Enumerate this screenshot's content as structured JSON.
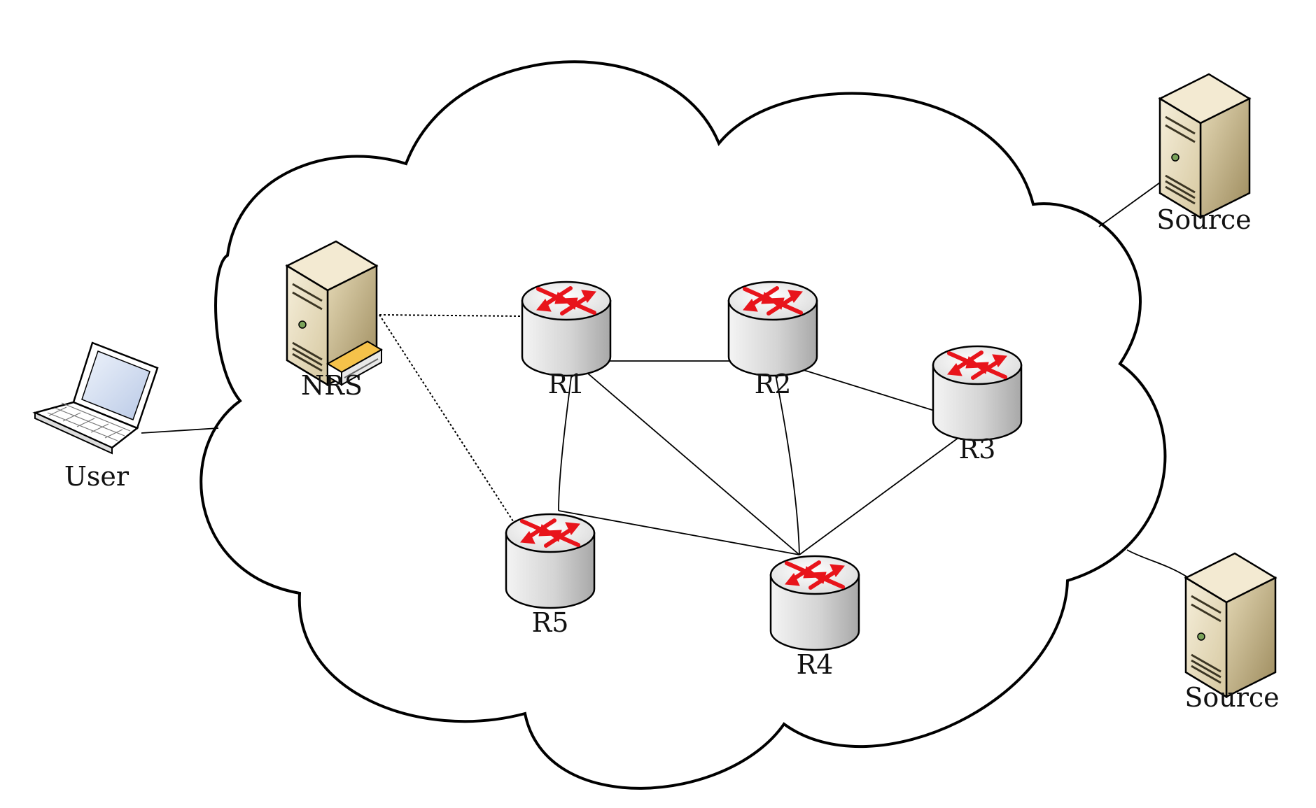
{
  "nodes": {
    "nrs": {
      "label": "NRS"
    },
    "user": {
      "label": "User"
    },
    "source_top": {
      "label": "Source"
    },
    "source_bottom": {
      "label": "Source"
    },
    "r1": {
      "label": "R1"
    },
    "r2": {
      "label": "R2"
    },
    "r3": {
      "label": "R3"
    },
    "r4": {
      "label": "R4"
    },
    "r5": {
      "label": "R5"
    }
  },
  "links": [
    {
      "from": "r1",
      "to": "r2",
      "style": "solid"
    },
    {
      "from": "r2",
      "to": "r3",
      "style": "solid"
    },
    {
      "from": "r1",
      "to": "r4",
      "style": "solid"
    },
    {
      "from": "r1",
      "to": "r5",
      "style": "solid"
    },
    {
      "from": "r2",
      "to": "r4",
      "style": "solid"
    },
    {
      "from": "r3",
      "to": "r4",
      "style": "solid"
    },
    {
      "from": "r5",
      "to": "r4",
      "style": "solid"
    },
    {
      "from": "nrs",
      "to": "r1",
      "style": "dotted"
    },
    {
      "from": "nrs",
      "to": "r5",
      "style": "dotted"
    },
    {
      "from": "user",
      "to": "cloud",
      "style": "solid"
    },
    {
      "from": "source_top",
      "to": "cloud",
      "style": "solid"
    },
    {
      "from": "source_bottom",
      "to": "cloud",
      "style": "solid"
    }
  ],
  "colors": {
    "router_arrow": "#e8141b",
    "router_body": "#e6e6e6",
    "server_body": "#e9dfc4",
    "cloud_stroke": "#000000"
  }
}
